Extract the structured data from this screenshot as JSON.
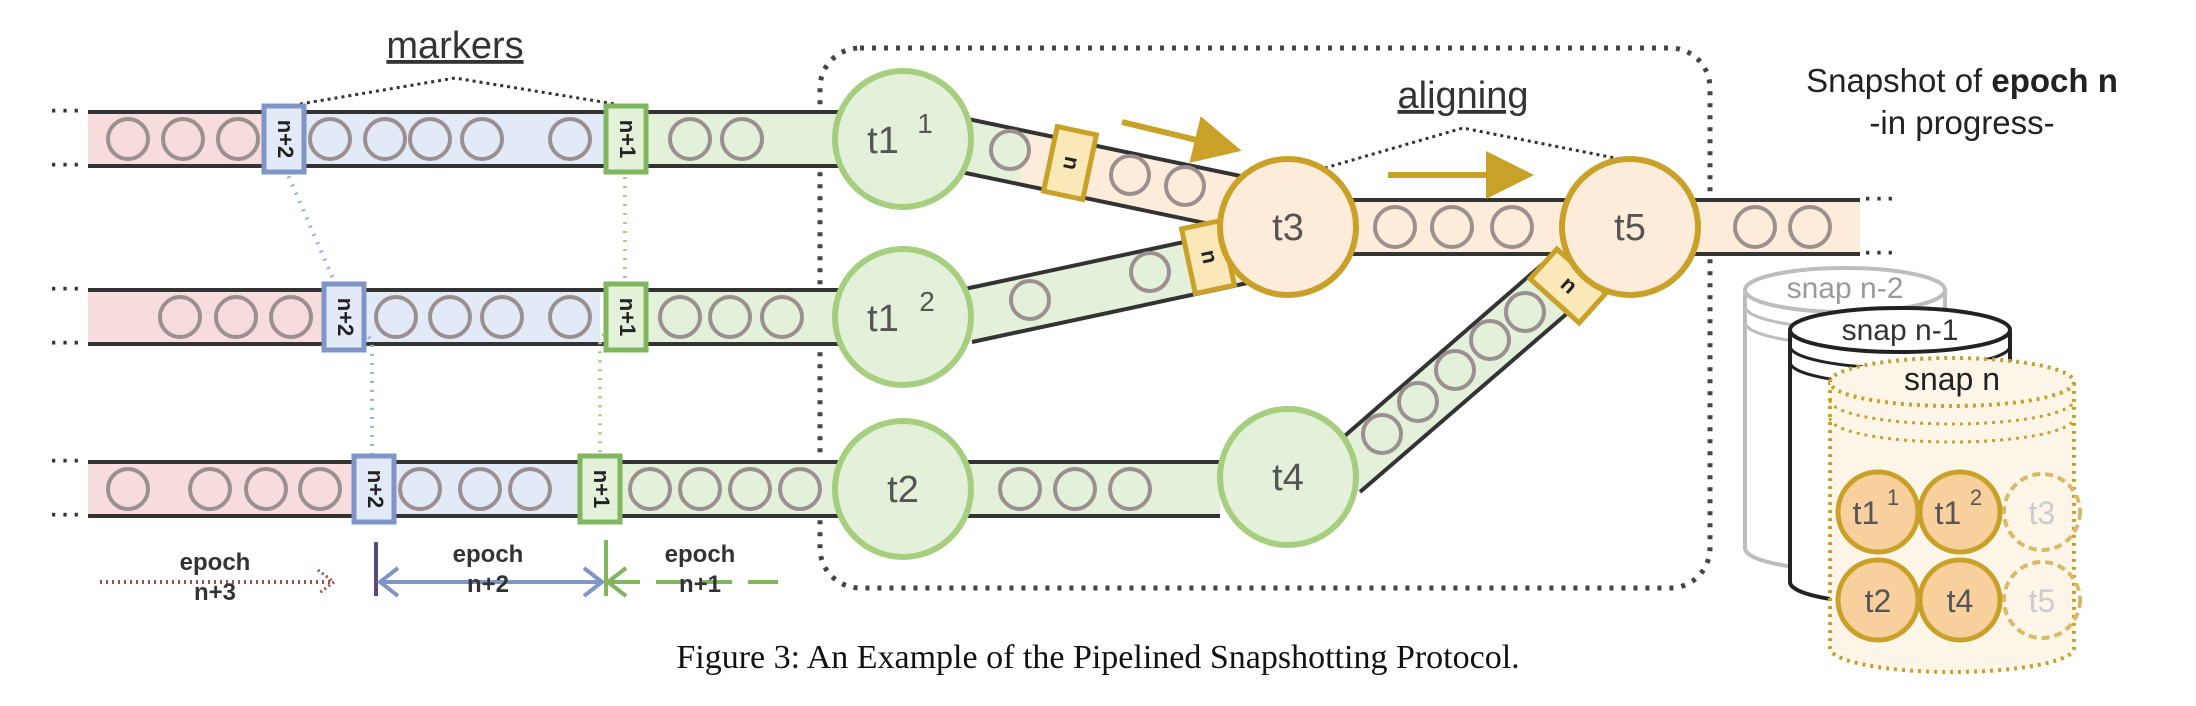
{
  "labels": {
    "markers": "markers",
    "aligning": "aligning",
    "snapshot_prefix": "Snapshot of ",
    "snapshot_epoch": "epoch n",
    "snapshot_status": "-in progress-"
  },
  "markers": {
    "n_plus_2": "n+2",
    "n_plus_1": "n+1",
    "n": "n"
  },
  "tasks": {
    "t1_1_base": "t1",
    "t1_1_sup": "1",
    "t1_2_base": "t1",
    "t1_2_sup": "2",
    "t2": "t2",
    "t3": "t3",
    "t4": "t4",
    "t5": "t5"
  },
  "epochs": {
    "epoch_word": "epoch",
    "n_plus_3": "n+3",
    "n_plus_2": "n+2",
    "n_plus_1": "n+1"
  },
  "snapshots": {
    "snap_n_minus_2": "snap n-2",
    "snap_n_minus_1": "snap n-1",
    "snap_n": "snap n"
  },
  "caption": "Figure 3: An Example of the Pipelined Snapshotting Protocol.",
  "colors": {
    "red_epoch": "#f6dcdc",
    "blue_epoch": "#e2eaf8",
    "green_epoch": "#e3f0da",
    "orange_epoch": "#fdecd9",
    "blue_marker": "#7f95c7",
    "green_marker": "#7fb65f",
    "gold_marker": "#c9a128",
    "green_task": "#a5cf7e",
    "orange_task": "#f7d09e",
    "arrow": "#c9a128"
  }
}
